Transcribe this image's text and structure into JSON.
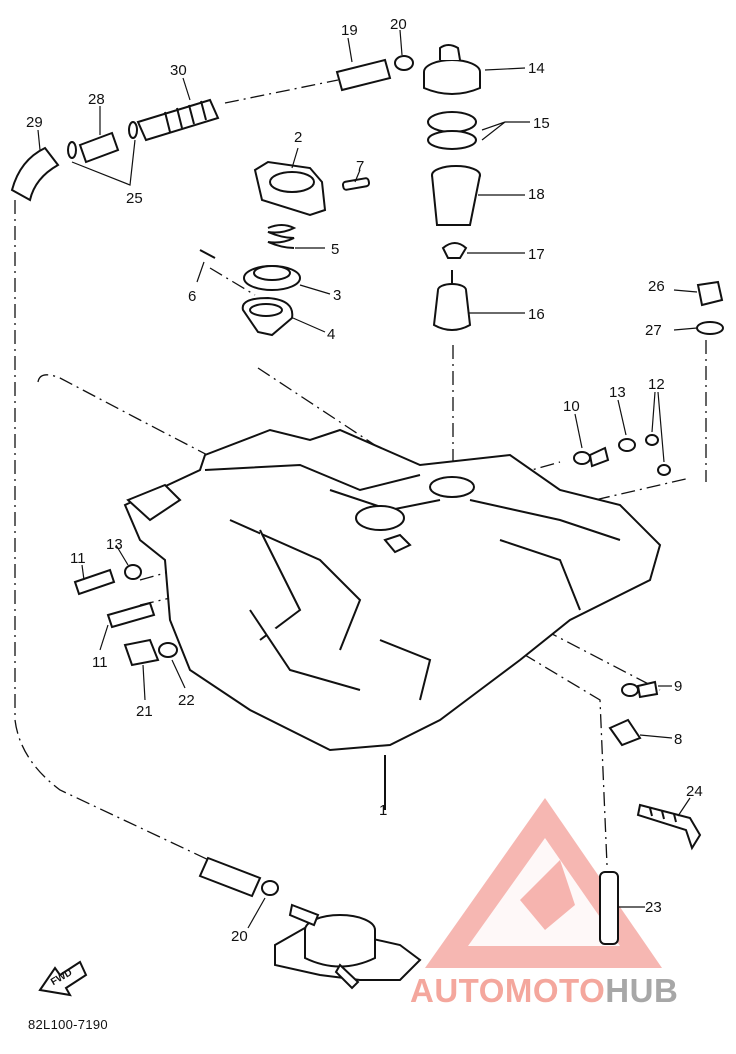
{
  "diagram": {
    "drawing_code": "82L100-7190",
    "fwd_label": "FWD",
    "watermark": {
      "text_a": "AUTOMOTO",
      "text_b": "HUB",
      "color_a": "#f4a79d",
      "color_b": "#a7a7a7",
      "logo_color": "#ef7c72"
    },
    "callouts": [
      {
        "id": "c1",
        "text": "1"
      },
      {
        "id": "c2",
        "text": "2"
      },
      {
        "id": "c3",
        "text": "3"
      },
      {
        "id": "c4",
        "text": "4"
      },
      {
        "id": "c5",
        "text": "5"
      },
      {
        "id": "c6",
        "text": "6"
      },
      {
        "id": "c7",
        "text": "7"
      },
      {
        "id": "c8",
        "text": "8"
      },
      {
        "id": "c9",
        "text": "9"
      },
      {
        "id": "c10",
        "text": "10"
      },
      {
        "id": "c11a",
        "text": "11"
      },
      {
        "id": "c11b",
        "text": "11"
      },
      {
        "id": "c12",
        "text": "12"
      },
      {
        "id": "c13a",
        "text": "13"
      },
      {
        "id": "c13b",
        "text": "13"
      },
      {
        "id": "c14",
        "text": "14"
      },
      {
        "id": "c15",
        "text": "15"
      },
      {
        "id": "c16",
        "text": "16"
      },
      {
        "id": "c17",
        "text": "17"
      },
      {
        "id": "c18",
        "text": "18"
      },
      {
        "id": "c19",
        "text": "19"
      },
      {
        "id": "c20a",
        "text": "20"
      },
      {
        "id": "c20b",
        "text": "20"
      },
      {
        "id": "c21",
        "text": "21"
      },
      {
        "id": "c22",
        "text": "22"
      },
      {
        "id": "c23",
        "text": "23"
      },
      {
        "id": "c24",
        "text": "24"
      },
      {
        "id": "c25",
        "text": "25"
      },
      {
        "id": "c26",
        "text": "26"
      },
      {
        "id": "c27",
        "text": "27"
      },
      {
        "id": "c28",
        "text": "28"
      },
      {
        "id": "c29",
        "text": "29"
      },
      {
        "id": "c30",
        "text": "30"
      }
    ]
  }
}
